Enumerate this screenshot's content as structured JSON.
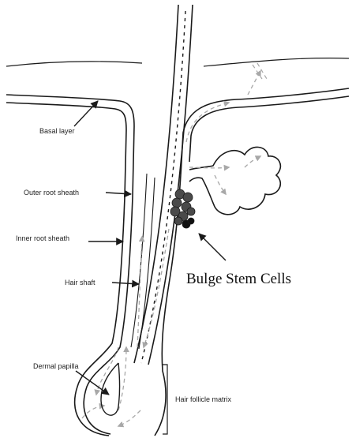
{
  "labels": {
    "basal_layer": "Basal layer",
    "outer_root_sheath": "Outer root sheath",
    "inner_root_sheath": "Inner root sheath",
    "hair_shaft": "Hair shaft",
    "dermal_papilla": "Dermal papilla",
    "hair_follicle_matrix": "Hair follicle matrix",
    "bulge_stem_cells": "Bulge Stem Cells"
  },
  "colors": {
    "outline": "#1a1a1a",
    "migration_arrows": "#a8a8a8",
    "stem_cells": "#4a4a4a"
  }
}
